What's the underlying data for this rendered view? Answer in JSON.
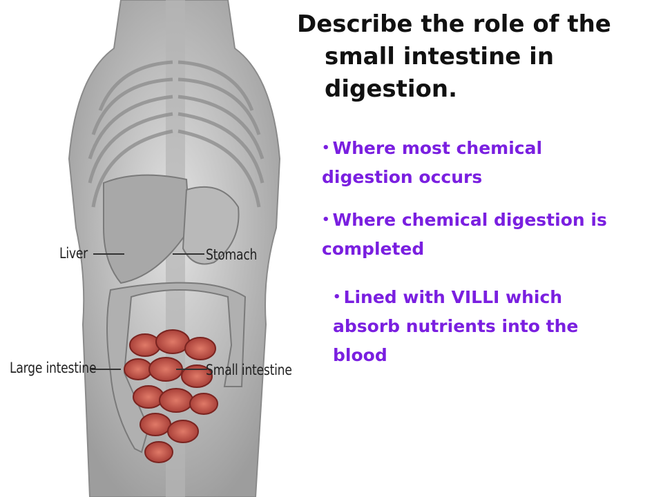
{
  "slide": {
    "title_lines": [
      "Describe the role of the",
      "small intestine in",
      "digestion."
    ],
    "bullets": [
      {
        "lines": [
          "Where most chemical",
          "digestion occurs"
        ]
      },
      {
        "lines": [
          "Where chemical digestion is",
          "completed"
        ]
      },
      {
        "lines": [
          "Lined with VILLI which",
          "absorb nutrients into the",
          "blood"
        ]
      }
    ],
    "bullet_color": "#7a1fe0"
  },
  "illustration": {
    "labels": {
      "liver": "Liver",
      "stomach": "Stomach",
      "large_intestine": "Large intestine",
      "small_intestine": "Small intestine"
    },
    "colors": {
      "tissue": "#c9c9c9",
      "intestine": "#c8504a"
    }
  }
}
